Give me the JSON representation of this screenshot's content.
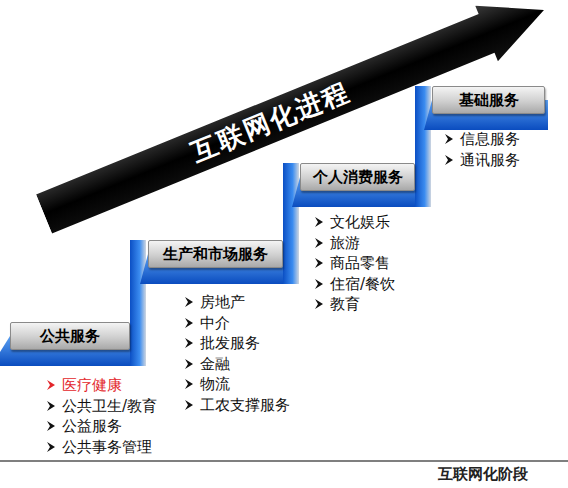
{
  "diagram": {
    "nodes": [
      {
        "text": [
          "互联网化进程"
        ]
      },
      {
        "text": [
          "公共服务",
          "医疗健康",
          "公共卫生/教育",
          "公益服务",
          "公共事务管理"
        ]
      },
      {
        "text": [
          "生产和市场服务",
          "房地产",
          "中介",
          "批发服务",
          "金融",
          "物流",
          "工农支撑服务"
        ]
      },
      {
        "text": [
          "个人消费服务",
          "文化娱乐",
          "旅游",
          "商品零售",
          "住宿/餐饮",
          "教育"
        ]
      },
      {
        "text": [
          "基础服务",
          "信息服务",
          "通讯服务"
        ]
      }
    ],
    "labels": [
      "互联网化阶段"
    ]
  }
}
